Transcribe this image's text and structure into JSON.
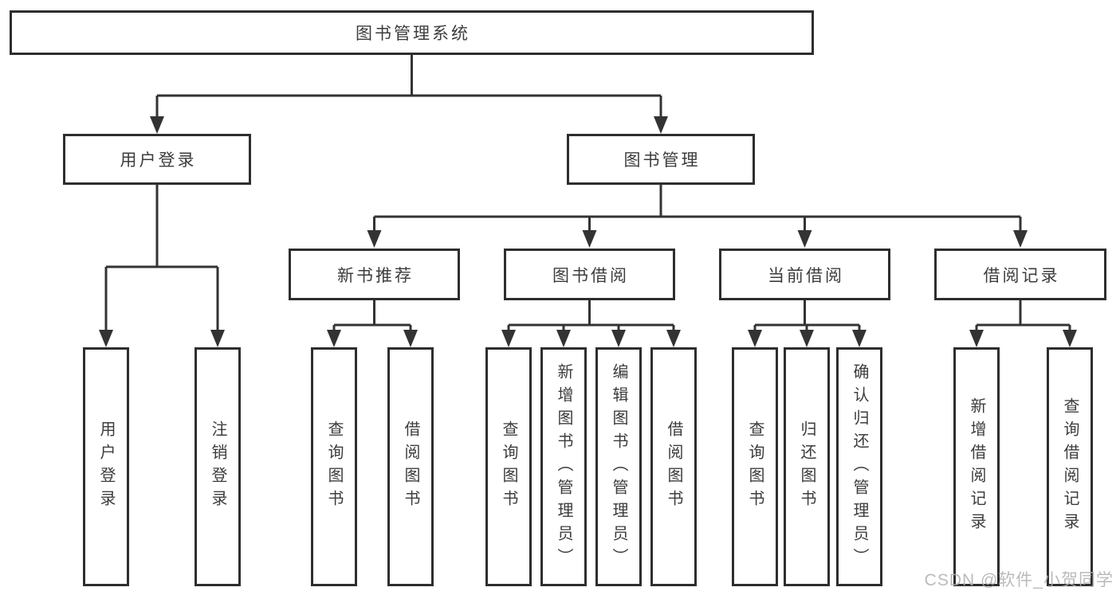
{
  "root": {
    "label": "图书管理系统"
  },
  "login_branch": {
    "label": "用户登录",
    "children": [
      {
        "label": "用户登录"
      },
      {
        "label": "注销登录"
      }
    ]
  },
  "management_branch": {
    "label": "图书管理",
    "modules": [
      {
        "label": "新书推荐",
        "children": [
          {
            "label": "查询图书"
          },
          {
            "label": "借阅图书"
          }
        ]
      },
      {
        "label": "图书借阅",
        "children": [
          {
            "label": "查询图书"
          },
          {
            "label": "新增图书（管理员）"
          },
          {
            "label": "编辑图书（管理员）"
          },
          {
            "label": "借阅图书"
          }
        ]
      },
      {
        "label": "当前借阅",
        "children": [
          {
            "label": "查询图书"
          },
          {
            "label": "归还图书"
          },
          {
            "label": "确认归还（管理员）"
          }
        ]
      },
      {
        "label": "借阅记录",
        "children": [
          {
            "label": "新增借阅记录"
          },
          {
            "label": "查询借阅记录"
          }
        ]
      }
    ]
  },
  "watermark": "CSDN @软件_小贺同学",
  "colors": {
    "line": "#333333",
    "box_border": "#2e2e2e",
    "text": "#3c3c3c",
    "watermark": "#aeaeae"
  }
}
